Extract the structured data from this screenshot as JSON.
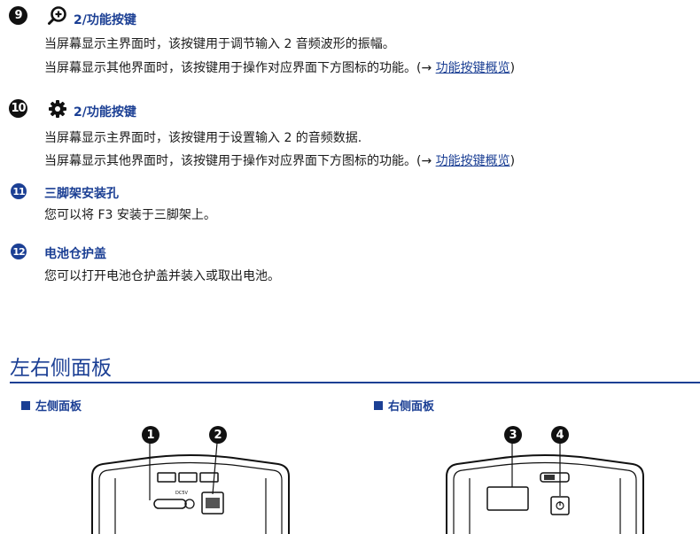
{
  "items": [
    {
      "number": "9",
      "icon": "zoom-in-icon",
      "title": "2/功能按键",
      "lines": [
        "当屏幕显示主界面时，该按键用于调节输入 2 音频波形的振幅。",
        "当屏幕显示其他界面时，该按键用于操作对应界面下方图标的功能。(→ "
      ],
      "link_label": "功能按键概览",
      "link_close": ")"
    },
    {
      "number": "10",
      "icon": "gear-icon",
      "title": "2/功能按键",
      "lines": [
        "当屏幕显示主界面时，该按键用于设置输入 2 的音频数据.",
        "当屏幕显示其他界面时，该按键用于操作对应界面下方图标的功能。(→ "
      ],
      "link_label": "功能按键概览",
      "link_close": ")"
    },
    {
      "number": "11",
      "title": "三脚架安装孔",
      "lines": [
        "您可以将 F3 安装于三脚架上。"
      ]
    },
    {
      "number": "12",
      "title": "电池仓护盖",
      "lines": [
        "您可以打开电池仓护盖并装入或取出电池。"
      ]
    }
  ],
  "section": {
    "title": "左右侧面板",
    "left_panel_label": "左侧面板",
    "right_panel_label": "右侧面板"
  },
  "callouts": {
    "left": [
      "1",
      "2"
    ],
    "right": [
      "3",
      "4"
    ]
  },
  "device_text": {
    "usb_label": "DC5V"
  },
  "colors": {
    "accent": "#1b3f94",
    "text": "#1a1a1a",
    "badge": "#111111"
  }
}
